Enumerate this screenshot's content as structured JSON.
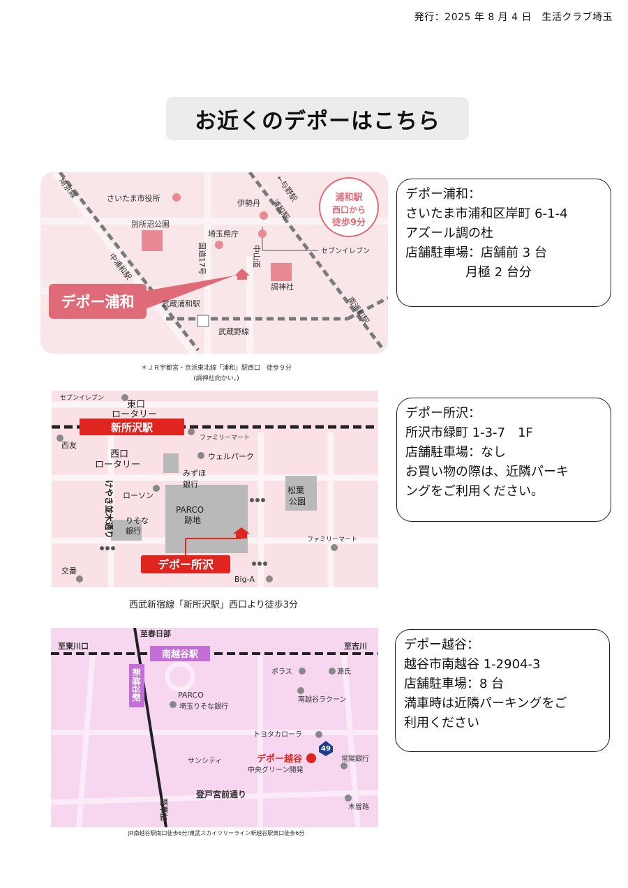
{
  "header": {
    "issue": "発行：2025 年 8 月 4 日　生活クラブ埼玉"
  },
  "title": "お近くのデポーはこちら",
  "depots": [
    {
      "map": {
        "labels": [
          "さいたま市役所",
          "伊勢丹",
          "別所沼公園",
          "埼玉県庁",
          "中浦和駅",
          "国道17号",
          "中山道",
          "セブンイレブン",
          "調神社",
          "武蔵浦和駅",
          "武蔵野線",
          "南浦和駅",
          "←与野駅",
          "埼京線",
          "浦和駅",
          "デポー浦和"
        ],
        "badge": [
          "浦和駅",
          "西口から",
          "徒歩9分"
        ],
        "caption1": "＊ＪＲ宇都宮・京浜東北線「浦和」駅西口　徒歩９分",
        "caption2": "(調神社向かい。)"
      },
      "info": {
        "name": "デポー浦和：",
        "address": "さいたま市浦和区岸町 6-1-4",
        "building": "アズール調の杜",
        "parking": "店舗駐車場：店舗前 3 台",
        "parking2": "月極 2 台分"
      }
    },
    {
      "map": {
        "labels": [
          "セブンイレブン",
          "東口",
          "ロータリー",
          "新所沢駅",
          "西友",
          "ファミリーマート",
          "西口",
          "ロータリー",
          "ウェルパーク",
          "みずほ",
          "銀行",
          "ローソン",
          "けやき並木通り",
          "りそな",
          "銀行",
          "PARCO",
          "跡地",
          "松葉",
          "公園",
          "ファミリーマート",
          "交番",
          "Big-A",
          "デポー所沢"
        ],
        "caption": "西武新宿線「新所沢駅」西口より徒歩3分"
      },
      "info": {
        "name": "デポー所沢：",
        "address": "所沢市緑町 1-3-7　1F",
        "parking": "店舗駐車場：なし",
        "note1": "お買い物の際は、近隣パーキ",
        "note2": "ングをご利用ください。"
      }
    },
    {
      "map": {
        "labels": [
          "至東川口",
          "至春日部",
          "至吉川",
          "南越谷駅",
          "新越谷駅",
          "ポラス",
          "源氏",
          "PARCO",
          "南越谷ラクーン",
          "埼玉りそな銀行",
          "トヨタカローラ",
          "49",
          "サンシティ",
          "デポー越谷",
          "常陽銀行",
          "中央グリーン開発",
          "登戸宮前通り",
          "至草加",
          "木曽路"
        ],
        "caption": "JR南越谷駅南口徒歩6分/東武スカイツリーライン新越谷駅東口徒歩6分"
      },
      "info": {
        "name": "デポー越谷：",
        "address": "越谷市南越谷 1-2904-3",
        "parking": "店舗駐車場：8 台",
        "note1": "満車時は近隣パーキングをご",
        "note2": "利用ください"
      }
    }
  ],
  "colors": {
    "map1_bg": "#f8e6e8",
    "map2_bg": "#f9e1e6",
    "map3_bg": "#f7d6f0",
    "accent_red": "#e0241f",
    "pink_dark": "#e06b78"
  }
}
